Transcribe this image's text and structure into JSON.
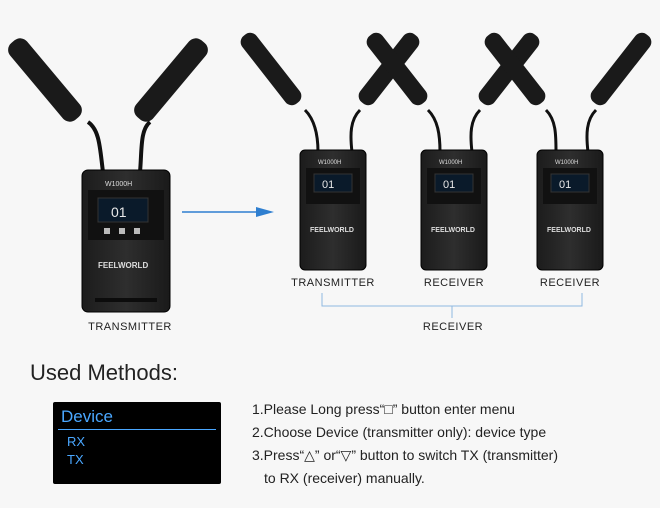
{
  "devices": {
    "model": "W1000H",
    "brand": "FEELWORLD",
    "channel": "01"
  },
  "captions": {
    "left": "TRANSMITTER",
    "group_1": "TRANSMITTER",
    "group_2": "RECEIVER",
    "group_3": "RECEIVER",
    "bracket": "RECEIVER"
  },
  "methods": {
    "heading": "Used Methods:",
    "menu": {
      "title": "Device",
      "items": [
        "RX",
        "TX"
      ]
    },
    "steps": [
      "1.Please Long press“□”  button enter menu",
      "2.Choose Device (transmitter only): device type",
      "3.Press“△” or“▽”  button to switch TX (transmitter)",
      "to RX (receiver) manually."
    ]
  },
  "colors": {
    "arrow": "#2f7fd0",
    "bracket": "#8fb8e0",
    "menu_text": "#4aa7ff"
  }
}
